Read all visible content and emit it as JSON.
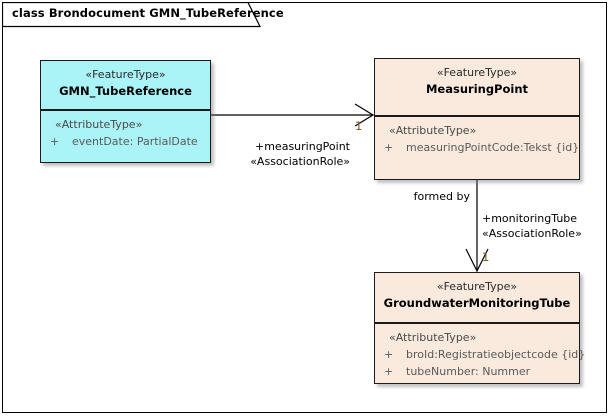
{
  "diagram": {
    "title": "class Brondocument GMN_TubeReference",
    "colors": {
      "feature_cyan": "#AAF3F7",
      "feature_peach": "#FAEADE",
      "border": "#1A1A1A",
      "multiplicity_text": "#7A5A1E",
      "attribute_text": "#5A5A5A"
    }
  },
  "classes": [
    {
      "id": "gmn-tubereference",
      "stereotype": "«FeatureType»",
      "name": "GMN_TubeReference",
      "compartment_stereotype": "«AttributeType»",
      "attributes": [
        {
          "visibility": "+",
          "text": "eventDate: PartialDate"
        }
      ]
    },
    {
      "id": "measuringpoint",
      "stereotype": "«FeatureType»",
      "name": "MeasuringPoint",
      "compartment_stereotype": "«AttributeType»",
      "attributes": [
        {
          "visibility": "+",
          "text": "measuringPointCode:Tekst {id}"
        }
      ]
    },
    {
      "id": "groundwatermonitoringtube",
      "stereotype": "«FeatureType»",
      "name": "GroundwaterMonitoringTube",
      "compartment_stereotype": "«AttributeType»",
      "attributes": [
        {
          "visibility": "+",
          "text": "broId:Registratieobjectcode {id}"
        },
        {
          "visibility": "+",
          "text": "tubeNumber: Nummer"
        }
      ]
    }
  ],
  "associations": [
    {
      "id": "measuringpoint-association",
      "role_name": "+measuringPoint",
      "role_stereotype": "«AssociationRole»",
      "multiplicity": "1"
    },
    {
      "id": "monitoringtube-association",
      "name": "formed by",
      "role_name": "+monitoringTube",
      "role_stereotype": "«AssociationRole»",
      "multiplicity": "1"
    }
  ]
}
